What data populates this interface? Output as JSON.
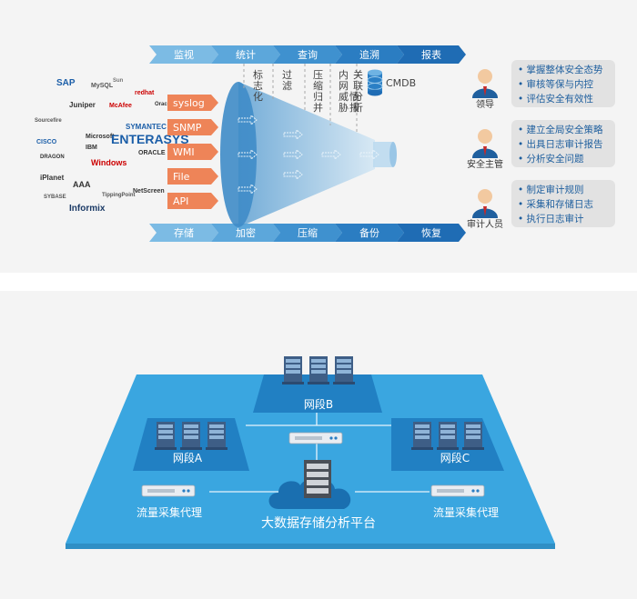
{
  "pipeline": {
    "top_steps": [
      "监视",
      "统计",
      "查询",
      "追溯",
      "报表"
    ],
    "bottom_steps": [
      "存储",
      "加密",
      "压缩",
      "备份",
      "恢复"
    ],
    "sources": [
      "syslog",
      "SNMP",
      "WMI",
      "File",
      "API"
    ],
    "funnel_labels": [
      "标志化",
      "过滤",
      "压缩归并",
      "内网威胁情报",
      "关联分析"
    ],
    "cmdb": "CMDB"
  },
  "roles": [
    {
      "name": "领导",
      "duties": [
        "掌握整体安全态势",
        "审核等保与内控",
        "评估安全有效性"
      ]
    },
    {
      "name": "安全主管",
      "duties": [
        "建立全局安全策略",
        "出具日志审计报告",
        "分析安全问题"
      ]
    },
    {
      "name": "审计人员",
      "duties": [
        "制定审计规则",
        "采集和存储日志",
        "执行日志审计"
      ]
    }
  ],
  "vendor_logos": [
    "SAP",
    "MySQL",
    "Sun",
    "redhat",
    "Juniper",
    "McAfee",
    "Oracle",
    "Sourcefire",
    "SYMANTEC",
    "CISCO",
    "Microsoft",
    "ENTERASYS",
    "IBM",
    "DRAGON",
    "Windows",
    "ORACLE",
    "iPlanet",
    "AAA",
    "SYBASE",
    "TippingPoint",
    "NetScreen",
    "Informix"
  ],
  "network": {
    "segments": [
      "网段A",
      "网段B",
      "网段C"
    ],
    "collectors": [
      "流量采集代理",
      "流量采集代理"
    ],
    "platform": "大数据存储分析平台"
  },
  "colors": {
    "arrow_light": "#5ba5d6",
    "arrow_dark": "#1f6cb4",
    "source_orange": "#ee8458",
    "plate": "#39a3de",
    "panel_bg": "#f4f4f4"
  }
}
